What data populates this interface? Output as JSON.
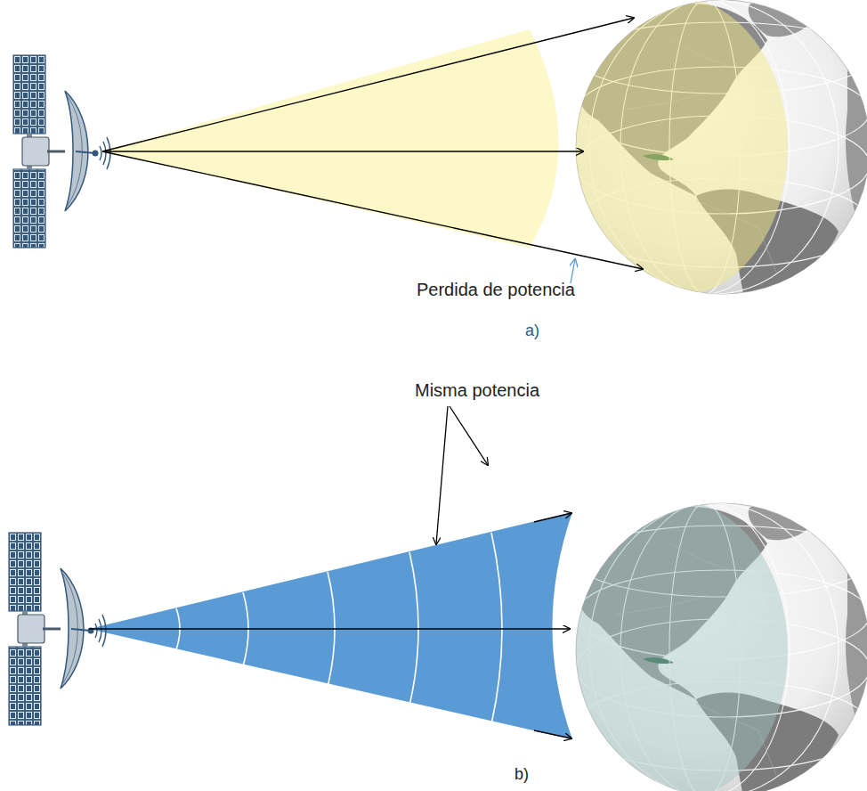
{
  "diagram": {
    "labels": [
      "Perdida de potencia",
      "a)",
      "Misma potencia",
      "b)"
    ]
  }
}
